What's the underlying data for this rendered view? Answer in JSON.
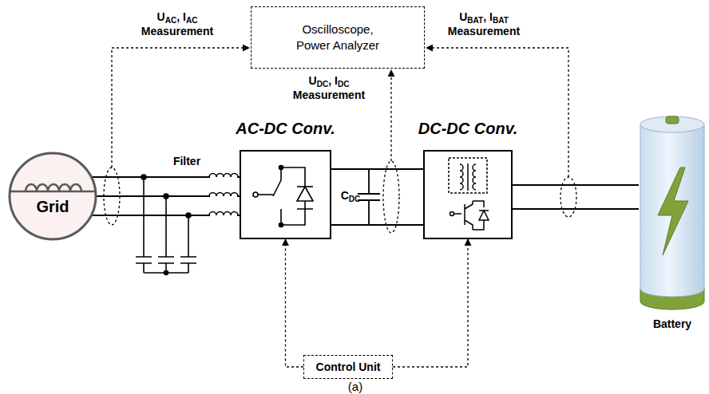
{
  "diagram": {
    "caption": "(a)",
    "nodes": [
      {
        "text": [
          "Oscilloscope, Power Analyzer"
        ]
      },
      {
        "text": [
          "Grid"
        ]
      },
      {
        "text": [
          "AC-DC Conv."
        ]
      },
      {
        "text": [
          "DC-DC Conv."
        ]
      },
      {
        "text": [
          "Battery"
        ]
      },
      {
        "text": [
          "Control Unit"
        ]
      }
    ],
    "edges": [
      {
        "from": 1,
        "to": 2,
        "arrow": "none"
      },
      {
        "from": 2,
        "to": 3,
        "arrow": "none"
      },
      {
        "from": 3,
        "to": 4,
        "arrow": "none"
      },
      {
        "from": 5,
        "to": 2,
        "arrow": "to"
      },
      {
        "from": 5,
        "to": 3,
        "arrow": "to"
      }
    ],
    "labels": [
      "UAC, IAC Measurement",
      "UDC, IDC Measurement",
      "UBAT, IBAT Measurement",
      "Filter",
      "CDC"
    ]
  }
}
